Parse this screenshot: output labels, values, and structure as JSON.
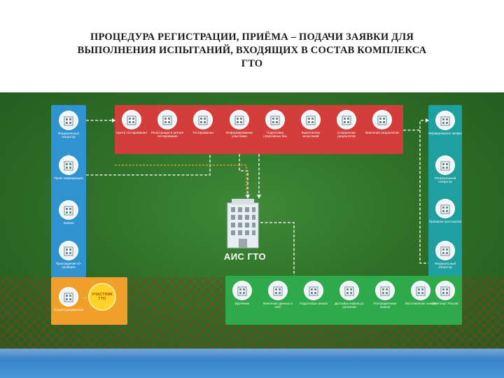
{
  "title": "ПРОЦЕДУРА  РЕГИСТРАЦИИ, ПРИЁМА – ПОДАЧИ ЗАЯВКИ ДЛЯ\nВЫПОЛНЕНИЯ ИСПЫТАНИЙ, ВХОДЯЩИХ В СОСТАВ КОМПЛЕКСА\nГТО",
  "center": {
    "label": "АИС ГТО"
  },
  "gto_badge": {
    "line1": "УЧАСТНИК",
    "line2": "ГТО"
  },
  "ellipsis": "...",
  "colors": {
    "red": "#d33e3b",
    "blue": "#2f93cf",
    "orange": "#f0a02a",
    "teal": "#1f9fa0",
    "green": "#2eaa4a",
    "background": "#2f7128",
    "connector": "#ffffff",
    "connector_accent": "#f0a02a"
  },
  "left_column": [
    {
      "label": "Федеральный оператор",
      "icon": "building-icon"
    },
    {
      "label": "Пункт информации",
      "icon": "office-icon"
    },
    {
      "label": "Заявка",
      "icon": "form-icon"
    },
    {
      "label": "Прохождение ID-проверки",
      "icon": "person-check-icon"
    },
    {
      "label": "Подача документов",
      "icon": "desk-person-icon"
    }
  ],
  "red_row": [
    {
      "label": "Центр тестирования",
      "icon": "center-building-icon"
    },
    {
      "label": "Регистрация в центре тестирования",
      "icon": "registration-icon"
    },
    {
      "label": "Тестирование",
      "icon": "testing-icon"
    },
    {
      "label": "Информирование участника",
      "icon": "inform-icon"
    },
    {
      "label": "Подготовка спортивных баз",
      "icon": "sport-team-icon"
    },
    {
      "label": "Выполнение испытаний",
      "icon": "pool-icon"
    },
    {
      "label": "Сохранение результатов",
      "icon": "results-icon"
    },
    {
      "label": "Внесение результатов",
      "icon": "upload-icon"
    }
  ],
  "right_column": [
    {
      "label": "Формирование заявки",
      "icon": "printer-icon"
    },
    {
      "label": "Региональный оператор",
      "icon": "regional-building-icon"
    },
    {
      "label": "Проверка протоколов",
      "icon": "document-check-icon"
    },
    {
      "label": "Федеральный оператор",
      "icon": "federal-building-icon"
    }
  ],
  "green_row": [
    {
      "label": "Вручение",
      "icon": "award-people-icon"
    },
    {
      "label": "Внесение данных в АИС",
      "icon": "data-entry-icon"
    },
    {
      "label": "Подготовка знаков",
      "icon": "badge-prep-icon"
    },
    {
      "label": "Доставка знаков до регионов",
      "icon": "boxes-icon"
    },
    {
      "label": "Распределение знаков",
      "icon": "truck-icon"
    },
    {
      "label": "Изготовление знаков",
      "icon": "medal-icon"
    },
    {
      "label": "Минспорт России",
      "icon": "ministry-icon"
    }
  ]
}
